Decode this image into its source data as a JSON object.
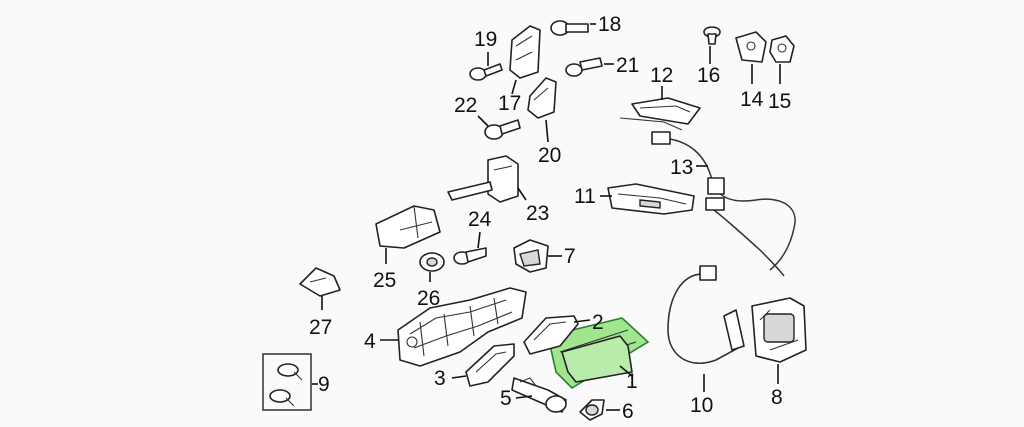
{
  "diagram": {
    "highlight_color": "#8ee27a",
    "callouts": [
      {
        "id": "1",
        "text": "1"
      },
      {
        "id": "2",
        "text": "2"
      },
      {
        "id": "3",
        "text": "3"
      },
      {
        "id": "4",
        "text": "4"
      },
      {
        "id": "5",
        "text": "5"
      },
      {
        "id": "6",
        "text": "6"
      },
      {
        "id": "7",
        "text": "7"
      },
      {
        "id": "8",
        "text": "8"
      },
      {
        "id": "9",
        "text": "9"
      },
      {
        "id": "10",
        "text": "10"
      },
      {
        "id": "11",
        "text": "11"
      },
      {
        "id": "12",
        "text": "12"
      },
      {
        "id": "13",
        "text": "13"
      },
      {
        "id": "14",
        "text": "14"
      },
      {
        "id": "15",
        "text": "15"
      },
      {
        "id": "16",
        "text": "16"
      },
      {
        "id": "17",
        "text": "17"
      },
      {
        "id": "18",
        "text": "18"
      },
      {
        "id": "19",
        "text": "19"
      },
      {
        "id": "20",
        "text": "20"
      },
      {
        "id": "21",
        "text": "21"
      },
      {
        "id": "22",
        "text": "22"
      },
      {
        "id": "23",
        "text": "23"
      },
      {
        "id": "24",
        "text": "24"
      },
      {
        "id": "25",
        "text": "25"
      },
      {
        "id": "26",
        "text": "26"
      },
      {
        "id": "27",
        "text": "27"
      }
    ]
  }
}
